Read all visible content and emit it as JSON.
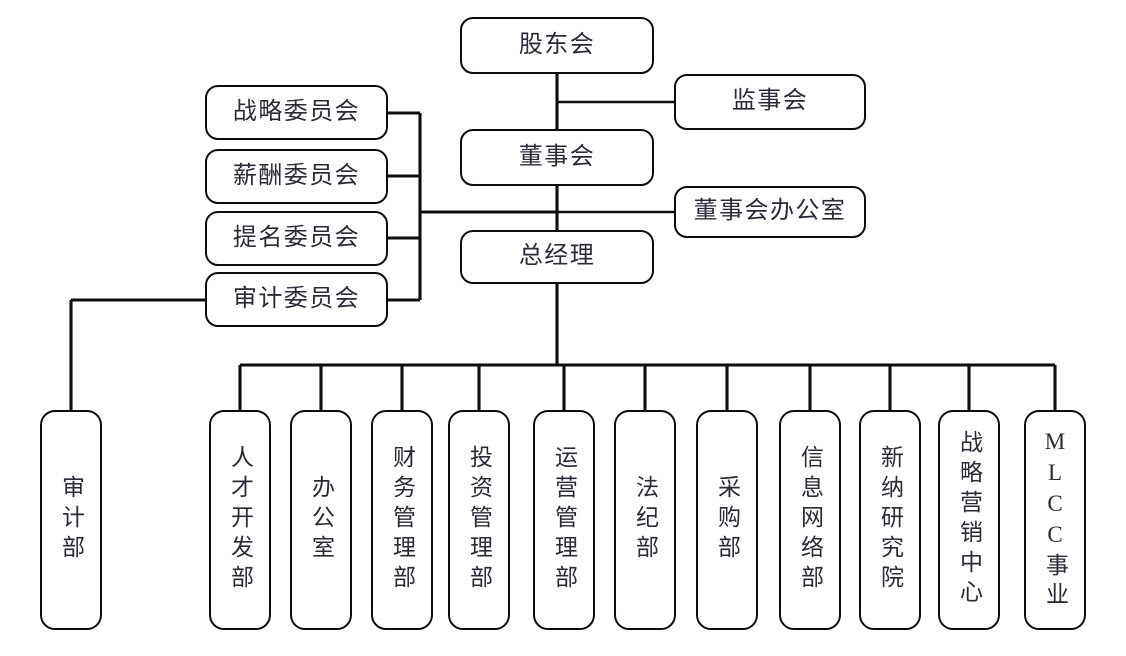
{
  "chart": {
    "type": "org-chart",
    "title": "",
    "orientation": "top-down",
    "background_color": "#ffffff",
    "line_color": "#0d0d0d",
    "box_border_color": "#0d0d0d",
    "text_color": "#2b2b38"
  },
  "governance": {
    "shareholders_meeting": "股东会",
    "supervisory_board": "监事会",
    "board_of_directors": "董事会",
    "board_office": "董事会办公室",
    "general_manager": "总经理"
  },
  "committees": [
    {
      "label": "战略委员会"
    },
    {
      "label": "薪酬委员会"
    },
    {
      "label": "提名委员会"
    },
    {
      "label": "审计委员会"
    }
  ],
  "audit_branch": {
    "label": "审计部",
    "reports_to": "审计委员会"
  },
  "departments": [
    {
      "label": "人才开发部"
    },
    {
      "label": "办公室"
    },
    {
      "label": "财务管理部"
    },
    {
      "label": "投资管理部"
    },
    {
      "label": "运营管理部"
    },
    {
      "label": "法纪部"
    },
    {
      "label": "采购部"
    },
    {
      "label": "信息网络部"
    },
    {
      "label": "新纳研究院"
    },
    {
      "label": "战略营销中心"
    },
    {
      "label": "MLCC事业"
    }
  ]
}
